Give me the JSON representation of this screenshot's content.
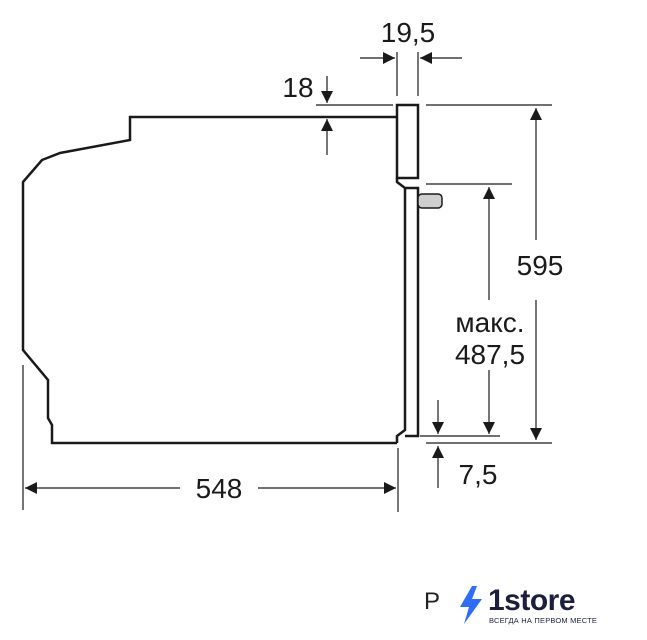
{
  "dimensions": {
    "top_gap": "19,5",
    "top_offset": "18",
    "height_total": "595",
    "max_label": "макс.",
    "max_value": "487,5",
    "bottom_offset": "7,5",
    "depth": "548"
  },
  "footer": {
    "page_letter": "P",
    "brand": "1store",
    "tagline": "ВСЕГДА НА ПЕРВОМ МЕСТЕ"
  },
  "colors": {
    "line": "#1a1a1a",
    "brand_blue": "#2f6df6",
    "brand_dark": "#1b1f3b"
  }
}
